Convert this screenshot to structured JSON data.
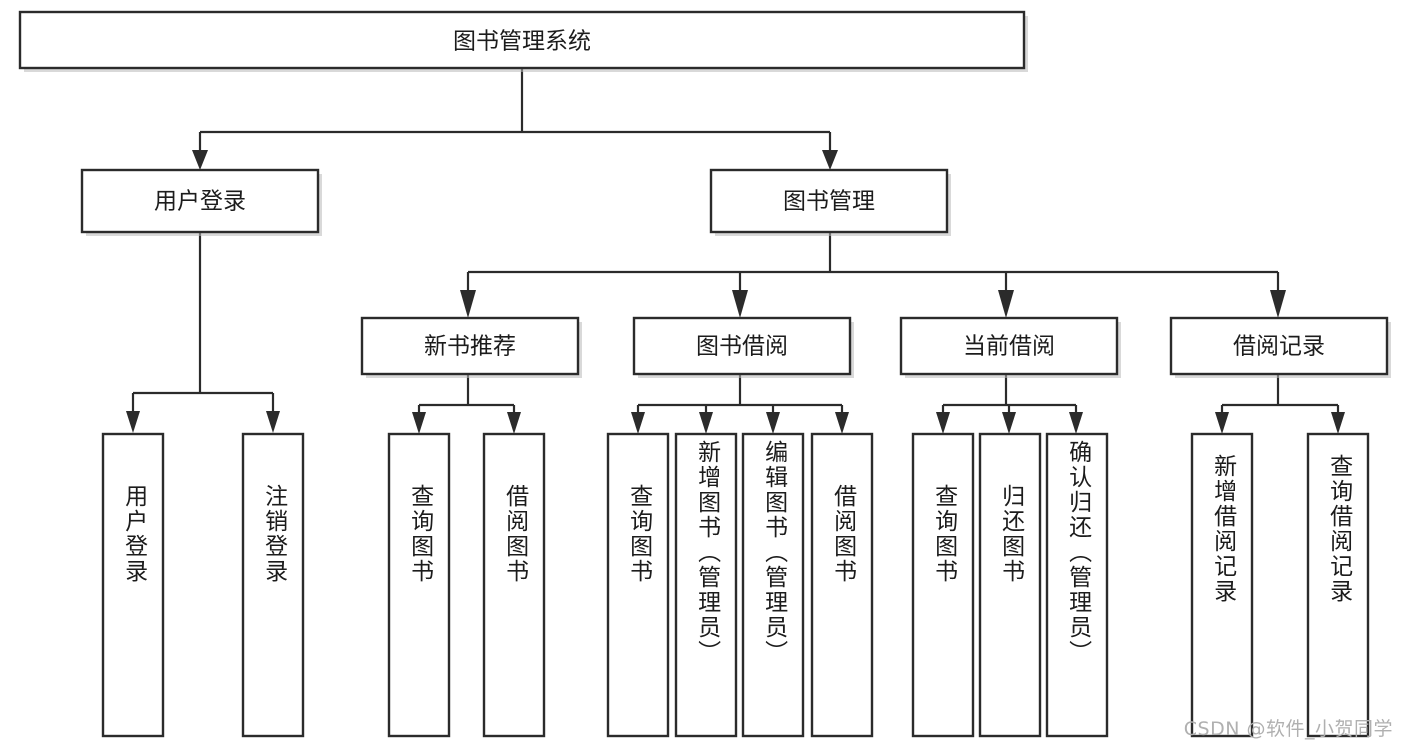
{
  "diagram": {
    "title": "图书管理系统",
    "type": "functional-structure-tree",
    "root": {
      "id": "root",
      "label": "图书管理系统"
    },
    "level2": [
      {
        "id": "user-login",
        "label": "用户登录"
      },
      {
        "id": "book-manage",
        "label": "图书管理"
      }
    ],
    "level3": [
      {
        "id": "new-book-recommend",
        "label": "新书推荐",
        "parent": "book-manage"
      },
      {
        "id": "book-borrow",
        "label": "图书借阅",
        "parent": "book-manage"
      },
      {
        "id": "current-borrow",
        "label": "当前借阅",
        "parent": "book-manage"
      },
      {
        "id": "borrow-record",
        "label": "借阅记录",
        "parent": "book-manage"
      }
    ],
    "leaves": [
      {
        "id": "leaf-user-login",
        "label": "用户登录",
        "parent": "user-login"
      },
      {
        "id": "leaf-user-logout",
        "label": "注销登录",
        "parent": "user-login"
      },
      {
        "id": "leaf-query-book-1",
        "label": "查询图书",
        "parent": "new-book-recommend"
      },
      {
        "id": "leaf-borrow-book-1",
        "label": "借阅图书",
        "parent": "new-book-recommend"
      },
      {
        "id": "leaf-query-book-2",
        "label": "查询图书",
        "parent": "book-borrow"
      },
      {
        "id": "leaf-add-book",
        "label": "新增图书（管理员）",
        "parent": "book-borrow"
      },
      {
        "id": "leaf-edit-book",
        "label": "编辑图书（管理员）",
        "parent": "book-borrow"
      },
      {
        "id": "leaf-borrow-book-2",
        "label": "借阅图书",
        "parent": "book-borrow"
      },
      {
        "id": "leaf-query-book-3",
        "label": "查询图书",
        "parent": "current-borrow"
      },
      {
        "id": "leaf-return-book",
        "label": "归还图书",
        "parent": "current-borrow"
      },
      {
        "id": "leaf-confirm-return",
        "label": "确认归还（管理员）",
        "parent": "current-borrow"
      },
      {
        "id": "leaf-add-record",
        "label": "新增借阅记录",
        "parent": "borrow-record"
      },
      {
        "id": "leaf-query-record",
        "label": "查询借阅记录",
        "parent": "borrow-record"
      }
    ]
  },
  "watermark": {
    "text": "CSDN @软件_小贺同学"
  },
  "colors": {
    "background": "#ffffff",
    "box_stroke": "#2b2b2b",
    "box_fill": "#ffffff",
    "text": "#1c1c1c",
    "connector": "#2b2b2b",
    "watermark": "#b0b0b0"
  }
}
